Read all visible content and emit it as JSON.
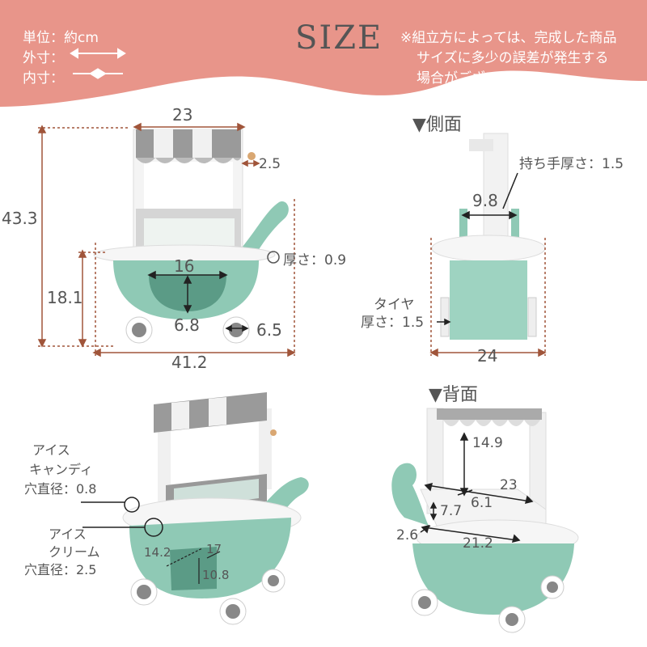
{
  "header": {
    "title": "SIZE",
    "unit_line": "単位：約cm",
    "outer_label": "外寸：",
    "inner_label": "内寸：",
    "note_lines": [
      "※組立方によっては、完成した商品",
      "サイズに多少の誤差が発生する",
      "場合がございます。"
    ],
    "colors": {
      "band": "#e8958a",
      "mint": "#8fc9b5",
      "accent": "#a0553a"
    }
  },
  "front": {
    "width_top": "23",
    "awning_depth": "2.5",
    "height_total": "43.3",
    "height_tray": "18.1",
    "inner_width": "16",
    "inner_height": "6.8",
    "wheel": "6.5",
    "base_width": "41.2",
    "thickness": "厚さ：0.9"
  },
  "side": {
    "heading": "▼側面",
    "handle_thickness": "持ち手厚さ：1.5",
    "handle_width": "9.8",
    "tire_label_1": "タイヤ",
    "tire_label_2": "厚さ：1.5",
    "depth": "24"
  },
  "perspective": {
    "ice_candy_1": "アイス",
    "ice_candy_2": "キャンディ",
    "ice_candy_3": "穴直径：0.8",
    "ice_cream_1": "アイス",
    "ice_cream_2": "クリーム",
    "ice_cream_3": "穴直径：2.5",
    "opening_w": "14.2",
    "opening_w2": "17",
    "opening_h": "10.8"
  },
  "back": {
    "heading": "▼背面",
    "inner_height": "14.9",
    "shelf_width": "23",
    "shelf_depth": "6.1",
    "shelf_height": "7.7",
    "base_thick": "2.6",
    "base_width": "21.2"
  }
}
